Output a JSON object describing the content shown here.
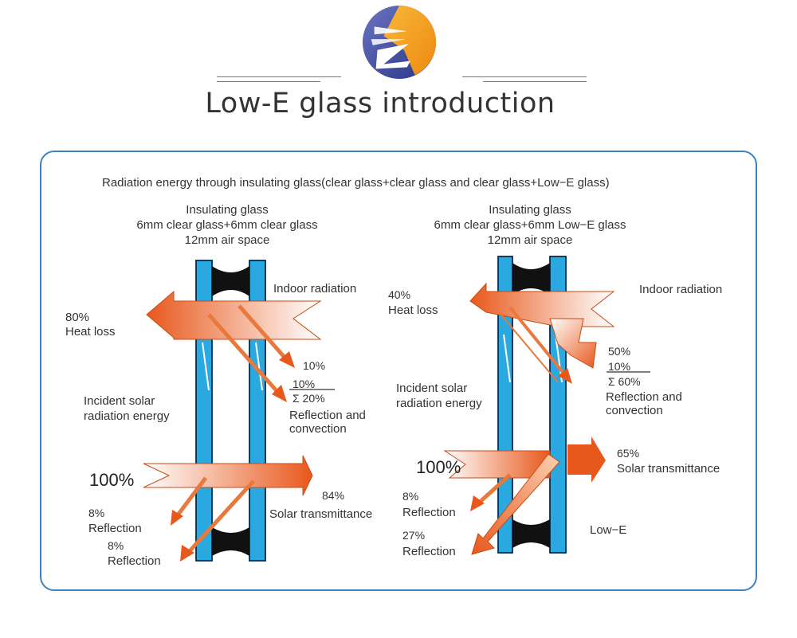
{
  "header": {
    "title": "Low-E glass introduction"
  },
  "logo": {
    "icon": "company-logo-icon"
  },
  "diagram": {
    "caption": "Radiation energy through insulating glass(clear glass+clear glass and clear glass+Low−E glass)",
    "left": {
      "config_line1": "Insulating glass",
      "config_line2": "6mm clear glass+6mm clear glass",
      "config_line3": "12mm air space",
      "indoor_radiation": "Indoor radiation",
      "heat_loss_pct": "80%",
      "heat_loss_label": "Heat loss",
      "refl_conv_a": "10%",
      "refl_conv_b": "10%",
      "refl_conv_sum": "Σ 20%",
      "refl_conv_label1": "Reflection and",
      "refl_conv_label2": "convection",
      "incident_line1": "Incident solar",
      "incident_line2": "radiation energy",
      "incident_pct": "100%",
      "solar_pct": "84%",
      "solar_label": "Solar  transmittance",
      "refl1_pct": "8%",
      "refl1_label": "Reflection",
      "refl2_pct": "8%",
      "refl2_label": "Reflection"
    },
    "right": {
      "config_line1": "Insulating glass",
      "config_line2": "6mm clear glass+6mm Low−E  glass",
      "config_line3": "12mm air space",
      "indoor_radiation": "Indoor radiation",
      "heat_loss_pct": "40%",
      "heat_loss_label": "Heat loss",
      "refl_conv_a": "50%",
      "refl_conv_b": "10%",
      "refl_conv_sum": "Σ 60%",
      "refl_conv_label1": "Reflection and",
      "refl_conv_label2": "convection",
      "incident_line1": "Incident solar",
      "incident_line2": "radiation energy",
      "incident_pct": "100%",
      "solar_pct": "65%",
      "solar_label": "Solar  transmittance",
      "refl1_pct": "8%",
      "refl1_label": "Reflection",
      "refl2_pct": "27%",
      "refl2_label": "Reflection",
      "lowe_label": "Low−E"
    }
  },
  "colors": {
    "border": "#3a82c0",
    "glass_blue": "#29a9e0",
    "arrow_orange": "#e8581c",
    "arrow_light": "#ffffff",
    "logo_blue": "#3b4ba0",
    "logo_orange": "#f4a11f"
  }
}
